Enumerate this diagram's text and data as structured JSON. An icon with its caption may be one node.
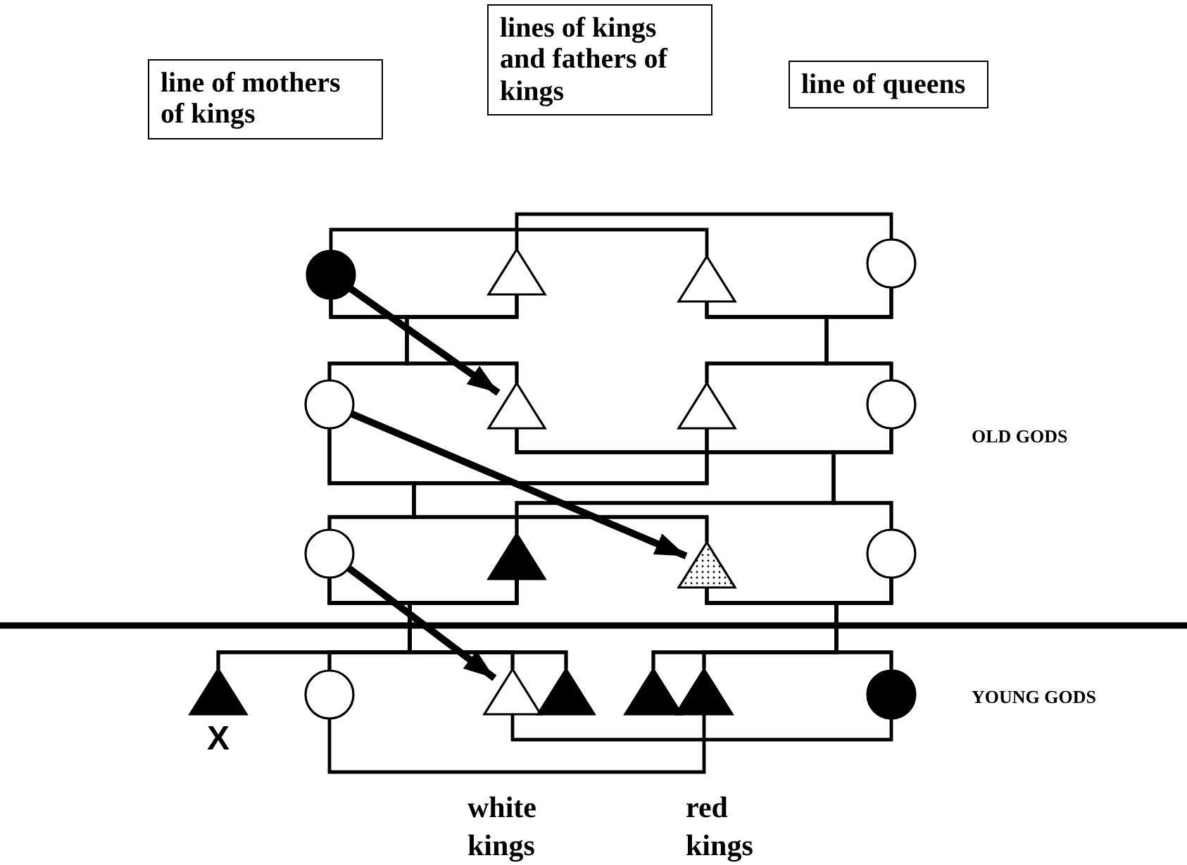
{
  "diagram": {
    "nodes": [
      {
        "text": [
          "line of mothers of kings"
        ]
      },
      {
        "text": [
          "lines of kings and fathers of kings"
        ]
      },
      {
        "text": [
          "line of queens"
        ]
      },
      {
        "text": [],
        "shape": "circle"
      },
      {
        "text": [],
        "shape": "triangle"
      },
      {
        "text": [],
        "shape": "triangle"
      },
      {
        "text": [],
        "shape": "circle"
      },
      {
        "text": [],
        "shape": "circle"
      },
      {
        "text": [],
        "shape": "triangle"
      },
      {
        "text": [],
        "shape": "triangle"
      },
      {
        "text": [],
        "shape": "circle"
      },
      {
        "text": [],
        "shape": "circle"
      },
      {
        "text": [],
        "shape": "triangle"
      },
      {
        "text": [],
        "shape": "triangle"
      },
      {
        "text": [],
        "shape": "circle"
      },
      {
        "text": [],
        "shape": "triangle",
        "beside": [
          "X"
        ]
      },
      {
        "text": [],
        "shape": "circle"
      },
      {
        "text": [],
        "shape": "triangle"
      },
      {
        "text": [],
        "shape": "triangle"
      },
      {
        "text": [],
        "shape": "triangle"
      },
      {
        "text": [],
        "shape": "triangle"
      },
      {
        "text": [],
        "shape": "circle"
      }
    ],
    "edges": [
      {
        "from": 3,
        "to": 5,
        "arrow": "none"
      },
      {
        "from": 4,
        "to": 6,
        "arrow": "none"
      },
      {
        "from": 3,
        "to": 4,
        "arrow": "none"
      },
      {
        "from": 5,
        "to": 6,
        "arrow": "none"
      },
      {
        "from": 3,
        "to": 7,
        "arrow": "none"
      },
      {
        "from": 3,
        "to": 8,
        "arrow": "none"
      },
      {
        "from": 4,
        "to": 7,
        "arrow": "none"
      },
      {
        "from": 4,
        "to": 8,
        "arrow": "none"
      },
      {
        "from": 5,
        "to": 9,
        "arrow": "none"
      },
      {
        "from": 5,
        "to": 10,
        "arrow": "none"
      },
      {
        "from": 6,
        "to": 9,
        "arrow": "none"
      },
      {
        "from": 6,
        "to": 10,
        "arrow": "none"
      },
      {
        "from": 3,
        "to": 8,
        "arrow": "to",
        "style": "thick"
      },
      {
        "from": 7,
        "to": 9,
        "arrow": "none"
      },
      {
        "from": 8,
        "to": 10,
        "arrow": "none"
      },
      {
        "from": 7,
        "to": 11,
        "arrow": "none"
      },
      {
        "from": 7,
        "to": 13,
        "arrow": "none"
      },
      {
        "from": 9,
        "to": 11,
        "arrow": "none"
      },
      {
        "from": 9,
        "to": 13,
        "arrow": "none"
      },
      {
        "from": 8,
        "to": 12,
        "arrow": "none"
      },
      {
        "from": 8,
        "to": 14,
        "arrow": "none"
      },
      {
        "from": 10,
        "to": 12,
        "arrow": "none"
      },
      {
        "from": 10,
        "to": 14,
        "arrow": "none"
      },
      {
        "from": 7,
        "to": 13,
        "arrow": "to",
        "style": "thick"
      },
      {
        "from": 11,
        "to": 12,
        "arrow": "none"
      },
      {
        "from": 13,
        "to": 14,
        "arrow": "none"
      },
      {
        "from": 11,
        "to": 15,
        "arrow": "none"
      },
      {
        "from": 11,
        "to": 16,
        "arrow": "none"
      },
      {
        "from": 11,
        "to": 17,
        "arrow": "none"
      },
      {
        "from": 11,
        "to": 18,
        "arrow": "none"
      },
      {
        "from": 12,
        "to": 15,
        "arrow": "none"
      },
      {
        "from": 12,
        "to": 16,
        "arrow": "none"
      },
      {
        "from": 12,
        "to": 17,
        "arrow": "none"
      },
      {
        "from": 12,
        "to": 18,
        "arrow": "none"
      },
      {
        "from": 13,
        "to": 19,
        "arrow": "none"
      },
      {
        "from": 13,
        "to": 20,
        "arrow": "none"
      },
      {
        "from": 13,
        "to": 21,
        "arrow": "none"
      },
      {
        "from": 14,
        "to": 19,
        "arrow": "none"
      },
      {
        "from": 14,
        "to": 20,
        "arrow": "none"
      },
      {
        "from": 14,
        "to": 21,
        "arrow": "none"
      },
      {
        "from": 11,
        "to": 17,
        "arrow": "to",
        "style": "thick"
      },
      {
        "from": 17,
        "to": 21,
        "arrow": "none"
      },
      {
        "from": 16,
        "to": 20,
        "arrow": "none"
      }
    ],
    "labels": [
      "OLD GODS",
      "YOUNG GODS",
      "white kings",
      "red kings"
    ]
  }
}
